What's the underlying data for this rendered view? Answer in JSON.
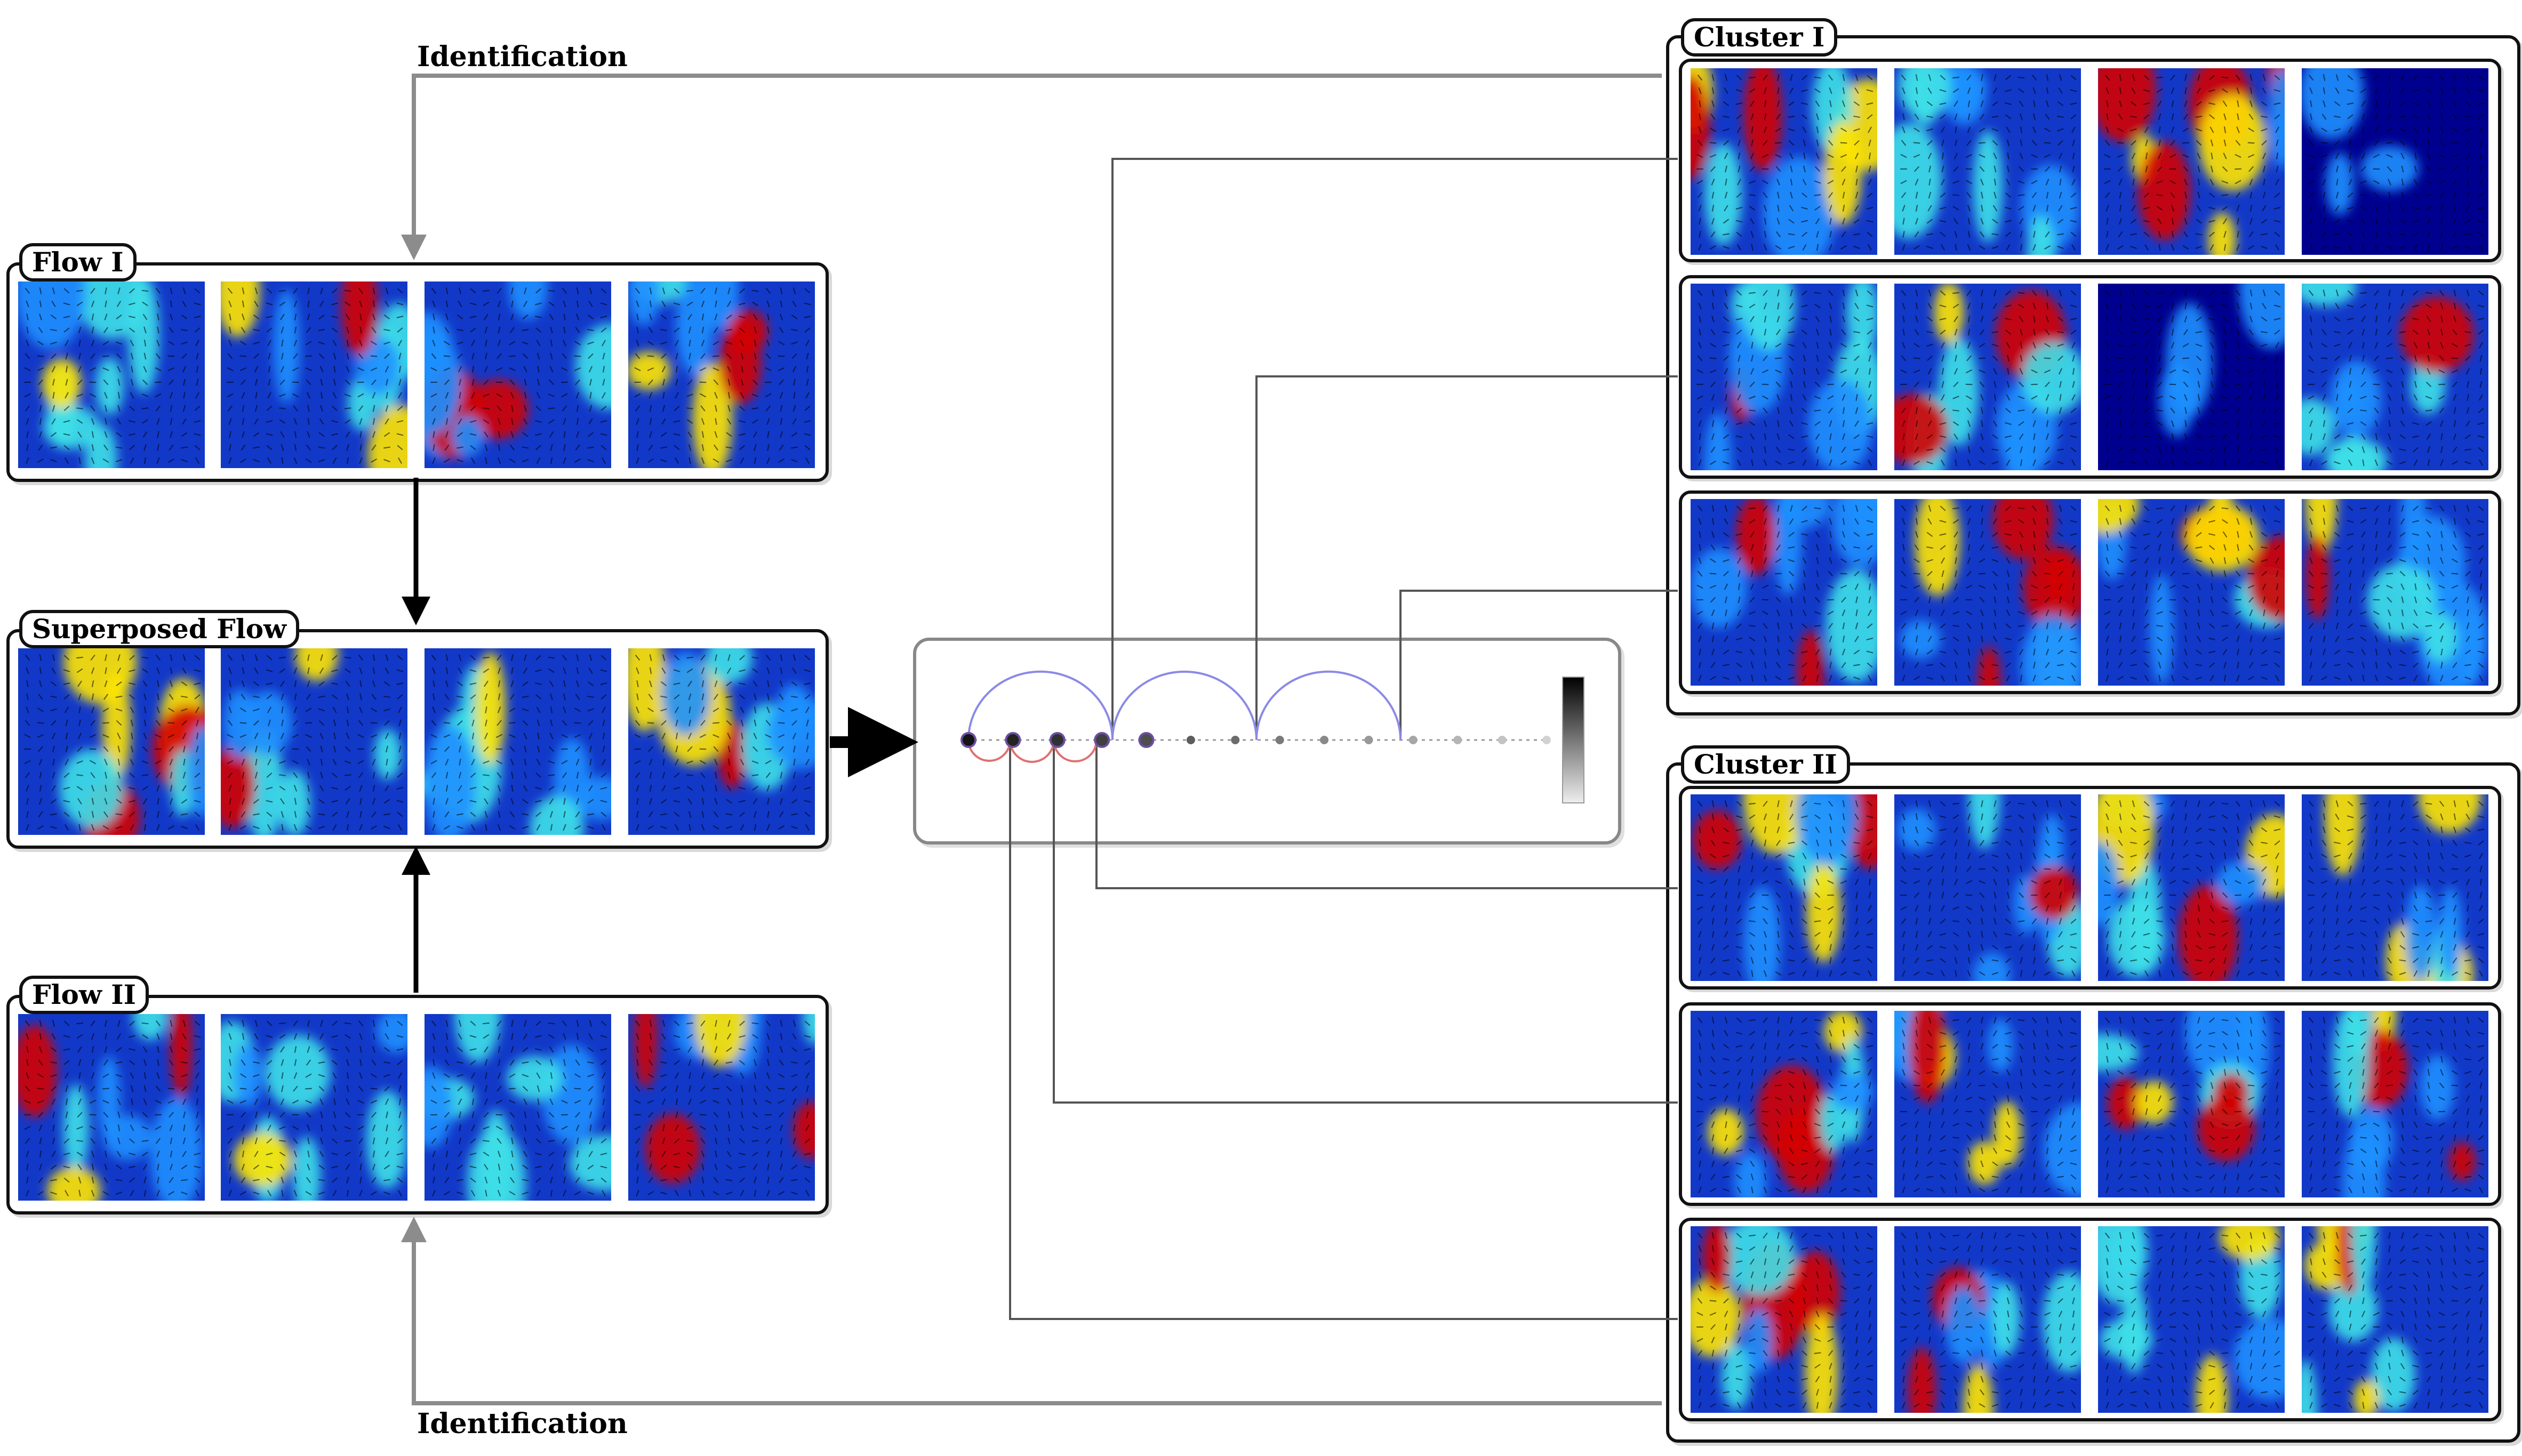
{
  "labels": {
    "identification_top": "Identification",
    "identification_bottom": "Identification",
    "flow_one": "Flow I",
    "superposed": "Superposed Flow",
    "flow_two": "Flow II",
    "cluster_one": "Cluster I",
    "cluster_two": "Cluster II"
  },
  "colors": {
    "field_low": "#00008f",
    "field_mid": "#1e90ff",
    "field_cyan": "#3fe0e8",
    "field_yellow": "#ffe600",
    "field_high": "#d40000",
    "arrow_gray": "#8c8c8c",
    "connector_gray": "#555555",
    "arc_blue": "#8a8ae6",
    "arc_red": "#e07070"
  },
  "spectrum": {
    "blue_arcs": 3,
    "red_arcs": 3,
    "markers": 14
  }
}
